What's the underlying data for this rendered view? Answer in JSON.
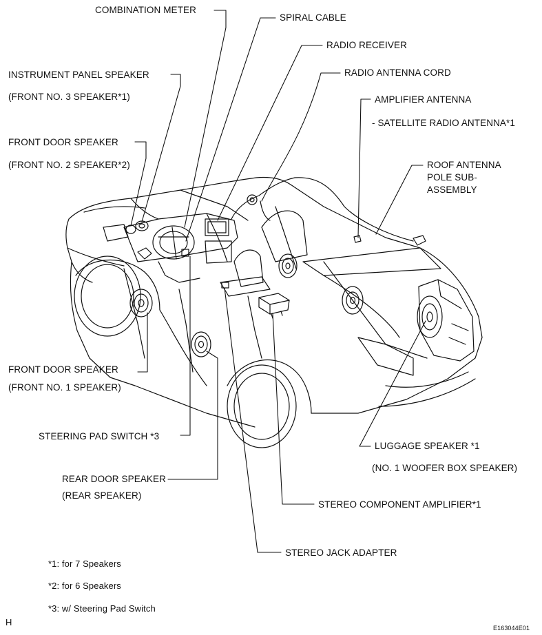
{
  "labels": {
    "combination_meter": "COMBINATION METER",
    "spiral_cable": "SPIRAL CABLE",
    "radio_receiver": "RADIO RECEIVER",
    "radio_antenna_cord": "RADIO ANTENNA CORD",
    "instrument_panel_speaker": "INSTRUMENT PANEL SPEAKER",
    "front_no3_speaker": "(FRONT NO. 3 SPEAKER*1)",
    "amplifier_antenna": "AMPLIFIER ANTENNA",
    "satellite_radio_antenna": "- SATELLITE RADIO ANTENNA*1",
    "front_door_speaker_upper": "FRONT DOOR SPEAKER",
    "front_no2_speaker": "(FRONT NO. 2 SPEAKER*2)",
    "roof_antenna_line1": "ROOF ANTENNA",
    "roof_antenna_line2": "POLE SUB-",
    "roof_antenna_line3": "ASSEMBLY",
    "front_door_speaker_lower": "FRONT DOOR SPEAKER",
    "front_no1_speaker": "(FRONT NO. 1 SPEAKER)",
    "steering_pad_switch": "STEERING PAD SWITCH *3",
    "luggage_speaker": "LUGGAGE SPEAKER *1",
    "woofer_box_speaker": "(NO. 1 WOOFER BOX SPEAKER)",
    "rear_door_speaker": "REAR DOOR SPEAKER",
    "rear_speaker": "(REAR SPEAKER)",
    "stereo_component_amplifier": "STEREO COMPONENT AMPLIFIER*1",
    "stereo_jack_adapter": "STEREO JACK ADAPTER"
  },
  "footnotes": {
    "note1": "*1: for 7 Speakers",
    "note2": "*2: for 6 Speakers",
    "note3": "*3: w/ Steering Pad Switch"
  },
  "corner": {
    "left_mark": "H",
    "figure_code": "E163044E01"
  }
}
